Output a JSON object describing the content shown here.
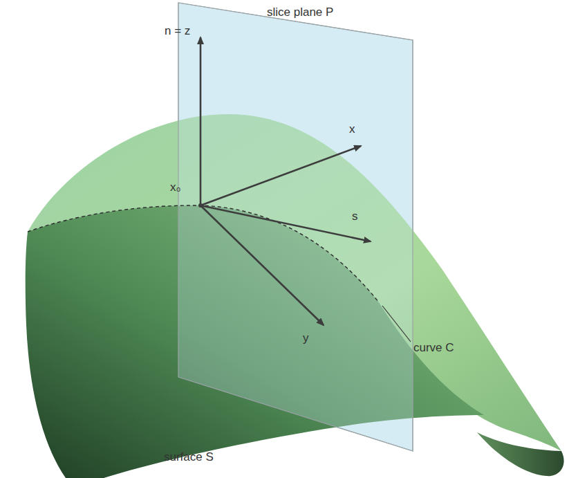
{
  "diagram": {
    "labels": [
      "slice plane P",
      "n = z",
      "x",
      "x₀",
      "s",
      "y",
      "curve C",
      "surface S"
    ]
  }
}
